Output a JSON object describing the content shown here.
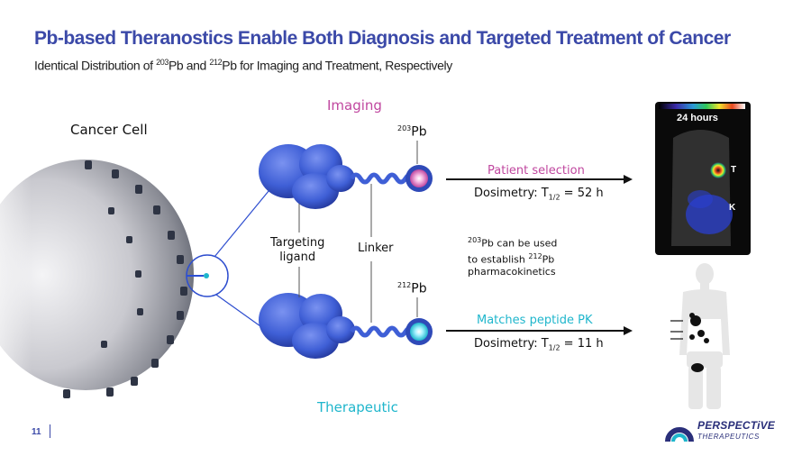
{
  "header": {
    "title": "Pb-based Theranostics Enable Both Diagnosis and Targeted Treatment of Cancer",
    "subtitle_pre": "Identical Distribution of ",
    "subtitle_iso1": "203",
    "subtitle_mid": "Pb and ",
    "subtitle_iso2": "212",
    "subtitle_post": "Pb for Imaging and Treatment, Respectively"
  },
  "diagram": {
    "imaging": "Imaging",
    "therapeutic": "Therapeutic",
    "cancer_cell": "Cancer Cell",
    "pb203": {
      "mass": "203",
      "symbol": "Pb"
    },
    "pb212": {
      "mass": "212",
      "symbol": "Pb"
    },
    "targeting_line1": "Targeting",
    "targeting_line2": "ligand",
    "linker": "Linker",
    "patient_selection": "Patient selection",
    "dosimetry1": {
      "prefix": "Dosimetry: T",
      "sub": "1/2",
      "suffix": " = 52 h"
    },
    "matches_pk": "Matches peptide PK",
    "dosimetry2": {
      "prefix": "Dosimetry: T",
      "sub": "1/2",
      "suffix": " = 11 h"
    },
    "note": {
      "iso1": "203",
      "line1": "Pb can be used",
      "line2a": "to establish ",
      "iso2": "212",
      "line2b": "Pb",
      "line3": "pharmacokinetics"
    }
  },
  "scan": {
    "hours": "24 hours",
    "tumor_label": "T",
    "kidney_label": "K"
  },
  "footer": {
    "page_number": "11",
    "logo_name": "PERSPECTiVE",
    "logo_sub": "THERAPEUTICS"
  },
  "colors": {
    "title": "#3b49a8",
    "imaging": "#c0479f",
    "therapeutic": "#1fb6cc",
    "protein": "#3f5fd6"
  }
}
